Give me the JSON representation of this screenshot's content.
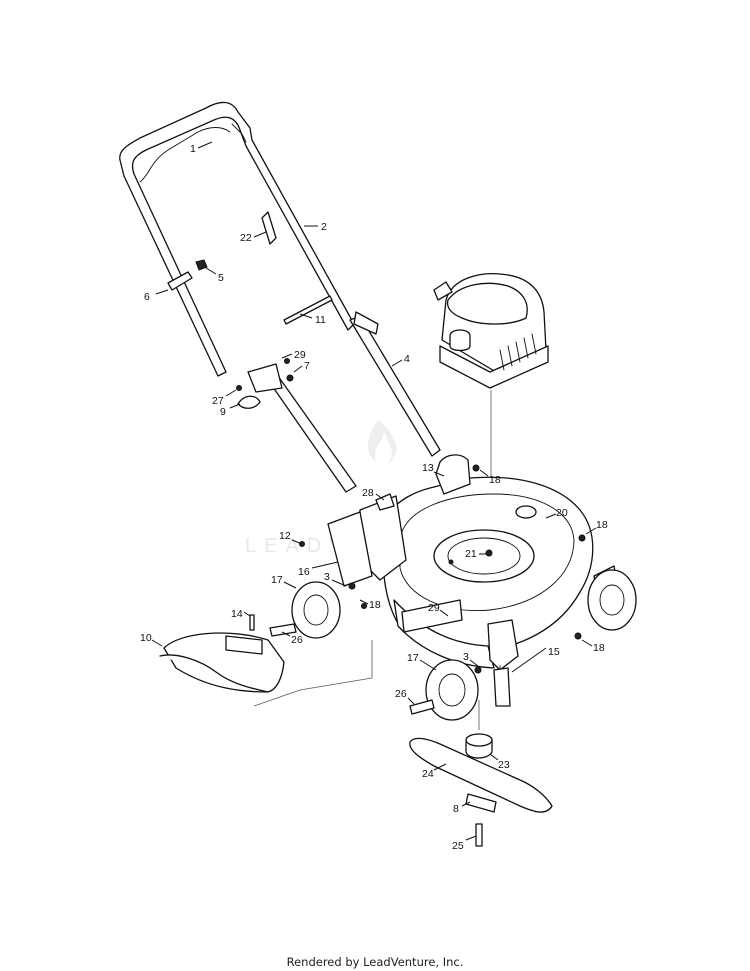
{
  "callouts": [
    "1",
    "2",
    "22",
    "5",
    "6",
    "11",
    "29",
    "7",
    "27",
    "9",
    "4",
    "13",
    "18",
    "28",
    "20",
    "18",
    "12",
    "16",
    "21",
    "3",
    "17",
    "18",
    "14",
    "29",
    "26",
    "10",
    "18",
    "15",
    "3",
    "17",
    "26",
    "23",
    "24",
    "8",
    "25"
  ],
  "watermark": {
    "text": "LEADVENTURE"
  },
  "footer": {
    "credit": "Rendered by LeadVenture, Inc."
  }
}
